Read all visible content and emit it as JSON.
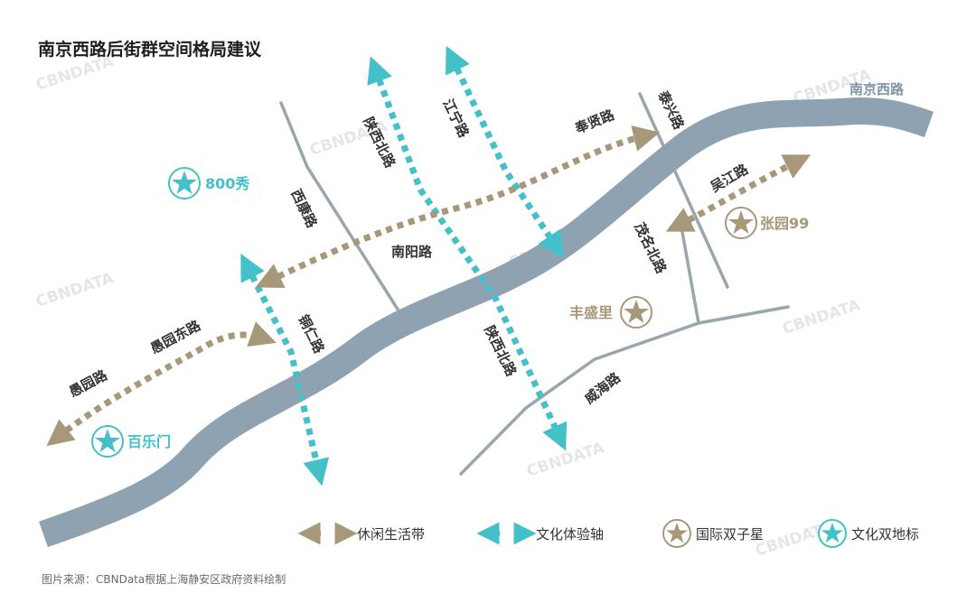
{
  "title": "南京西路后街群空间格局建议",
  "source": "图片来源：CBNData根据上海静安区政府资料绘制",
  "watermark": "CBNDATA",
  "colors": {
    "main_road": "#8fa2b1",
    "minor_road": "#9aa6ae",
    "leisure": "#a8987a",
    "culture": "#44c0c8",
    "twin_star": "#a8987a",
    "landmark": "#44c0c8"
  },
  "main_road": {
    "label": "南京西路"
  },
  "roads": [
    {
      "id": "taixing",
      "label": "泰兴路"
    },
    {
      "id": "shaanxi-n-top",
      "label": "陕西北路"
    },
    {
      "id": "jiangning",
      "label": "江宁路"
    },
    {
      "id": "fengxian",
      "label": "奉贤路"
    },
    {
      "id": "xikang",
      "label": "西康路"
    },
    {
      "id": "nanyang",
      "label": "南阳路"
    },
    {
      "id": "wujiang",
      "label": "吴江路"
    },
    {
      "id": "maoming-n",
      "label": "茂名北路"
    },
    {
      "id": "yuyuan-e",
      "label": "愚园东路"
    },
    {
      "id": "yuyuan",
      "label": "愚园路"
    },
    {
      "id": "tongren",
      "label": "铜仁路"
    },
    {
      "id": "shaanxi-n-bottom",
      "label": "陕西北路"
    },
    {
      "id": "weihai",
      "label": "威海路"
    }
  ],
  "places": [
    {
      "id": "800show",
      "label": "800秀",
      "type": "landmark"
    },
    {
      "id": "zhangyuan99",
      "label": "张园99",
      "type": "twin_star"
    },
    {
      "id": "fengshengli",
      "label": "丰盛里",
      "type": "twin_star"
    },
    {
      "id": "bailemen",
      "label": "百乐门",
      "type": "landmark"
    }
  ],
  "legend": [
    {
      "type": "leisure",
      "label": "休闲生活带"
    },
    {
      "type": "culture",
      "label": "文化体验轴"
    },
    {
      "type": "twin_star",
      "label": "国际双子星"
    },
    {
      "type": "landmark",
      "label": "文化双地标"
    }
  ]
}
